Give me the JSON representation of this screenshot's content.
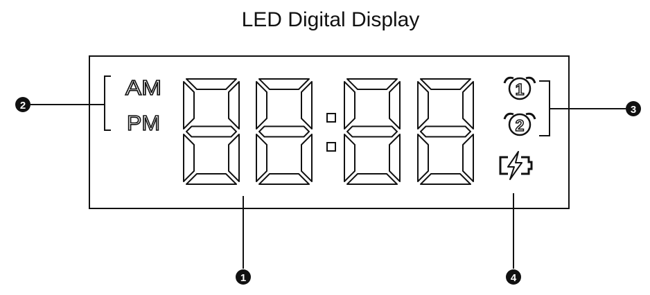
{
  "title": "LED Digital Display",
  "am_label": "AM",
  "pm_label": "PM",
  "digits": [
    "8",
    "8",
    "8",
    "8"
  ],
  "colon": ":",
  "alarm_1_label": "1",
  "alarm_2_label": "2",
  "callouts": [
    {
      "number": "1",
      "target": "time-digits"
    },
    {
      "number": "2",
      "target": "am-pm-indicator"
    },
    {
      "number": "3",
      "target": "alarm-icons"
    },
    {
      "number": "4",
      "target": "charging-icon"
    }
  ],
  "colors": {
    "line": "#111111",
    "segment_fill": "#ffffff",
    "background": "#ffffff"
  }
}
